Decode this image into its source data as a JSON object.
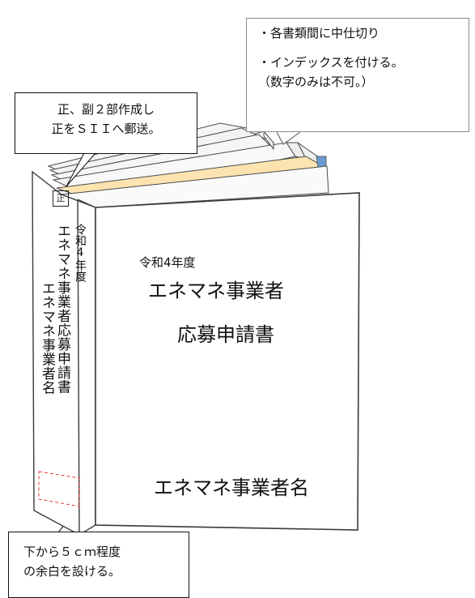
{
  "callouts": {
    "tabs": {
      "line1": "・各書類間に中仕切り",
      "line2": "・インデックスを付ける。",
      "line3": "（数字のみは不可。）"
    },
    "copies": {
      "line1": "正、副２部作成し",
      "line2": "正をＳＩＩへ郵送。"
    },
    "margin": {
      "line1": "下から５ｃｍ程度",
      "line2": "の余白を設ける。"
    }
  },
  "front_cover": {
    "year": "令和4年度",
    "title_line1": "エネマネ事業者",
    "title_line2": "応募申請書",
    "operator_name": "エネマネ事業者名"
  },
  "spine": {
    "mark": "正",
    "year": "令和4年度",
    "title": "エネマネ事業者応募申請書",
    "operator_name": "エネマネ事業者名"
  },
  "colors": {
    "outline": "#3a3a3a",
    "yellow_divider": "#fce3b0",
    "blue_tab": "#6b9bd1",
    "dashed_margin": "#e8393b",
    "callout_border": "#8c8c8c"
  }
}
